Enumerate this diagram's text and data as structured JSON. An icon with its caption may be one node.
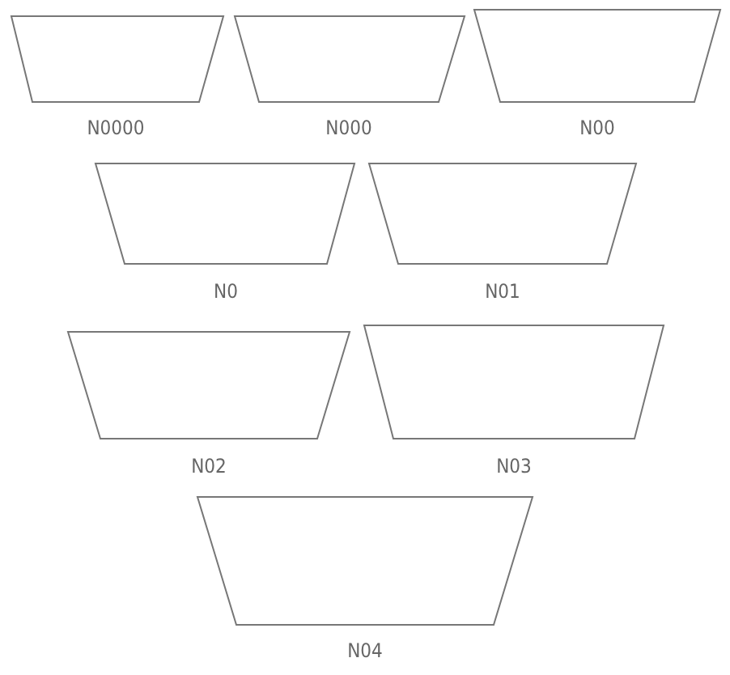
{
  "diagram": {
    "nodes": [
      {
        "text": [
          "N0000"
        ]
      },
      {
        "text": [
          "N000"
        ]
      },
      {
        "text": [
          "N00"
        ]
      },
      {
        "text": [
          "N0"
        ]
      },
      {
        "text": [
          "N01"
        ]
      },
      {
        "text": [
          "N02"
        ]
      },
      {
        "text": [
          "N03"
        ]
      },
      {
        "text": [
          "N04"
        ]
      }
    ]
  }
}
